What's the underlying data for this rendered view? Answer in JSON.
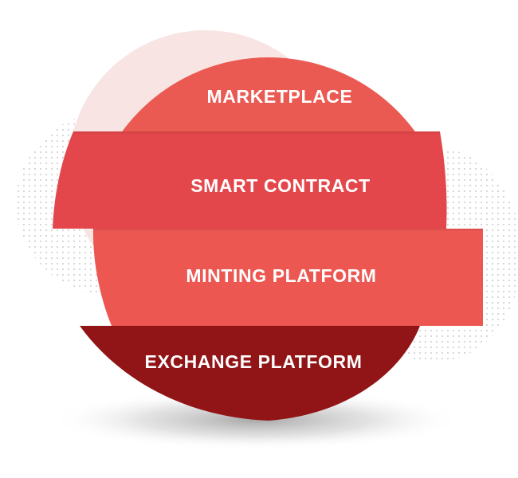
{
  "diagram": {
    "layers": [
      {
        "label": "MARKETPLACE",
        "color": "#eb5a52"
      },
      {
        "label": "SMART CONTRACT",
        "color": "#e4474b"
      },
      {
        "label": "MINTING PLATFORM",
        "color": "#ec5752"
      },
      {
        "label": "EXCHANGE PLATFORM",
        "color": "#911417"
      }
    ],
    "colors": {
      "back_circle": "#f8e4e2",
      "dot_pattern": "#cfcfcf",
      "shadow": "#9a9a9a"
    }
  }
}
